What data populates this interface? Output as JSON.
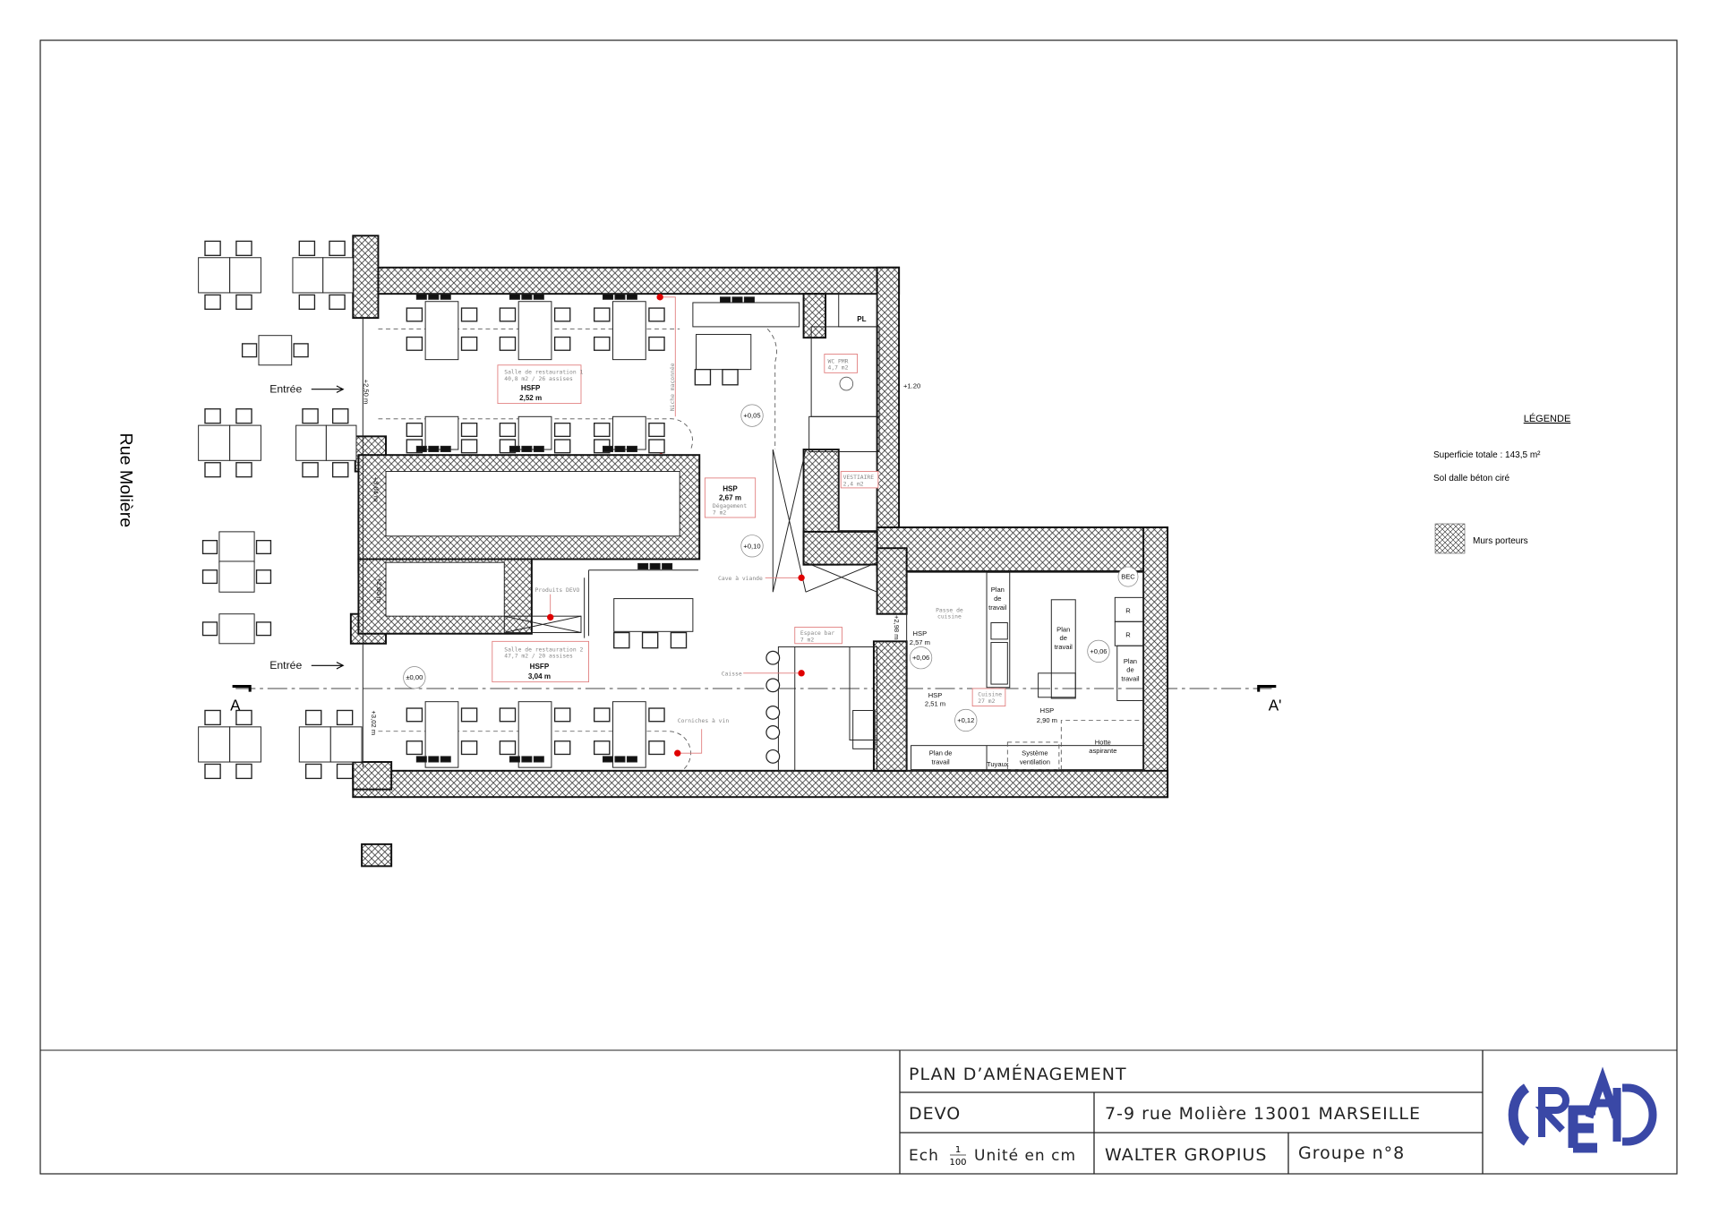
{
  "street": "Rue Molière",
  "entrances": [
    "Entrée",
    "Entrée"
  ],
  "section_markers": [
    "A",
    "A'"
  ],
  "dimensions": [
    "+2,50 m",
    "+3,04 m",
    "+2,60 m",
    "+3,02 m",
    "+2,98 m",
    "+1.20"
  ],
  "levels": [
    "±0,00",
    "+0,05",
    "+0,10",
    "+0,06",
    "+0,12",
    "+0,06"
  ],
  "rooms": {
    "salle1": {
      "name": "Salle de restauration 1",
      "area": "40,8 m2 / 26 assises",
      "hsfp": "HSFP",
      "height": "2,52 m"
    },
    "salle2": {
      "name": "Salle de restauration 2",
      "area": "47,7 m2 / 20 assises",
      "hsfp": "HSFP",
      "height": "3,04 m"
    },
    "degagement": {
      "hsp": "HSP",
      "height": "2,67 m",
      "name": "Dégagement",
      "area": "7 m2"
    },
    "wc": {
      "name": "WC PMR",
      "area": "4,7 m2"
    },
    "vestiaire": {
      "name": "VESTIAIRE",
      "area": "2,4 m2"
    },
    "espace_bar": {
      "name": "Espace bar",
      "area": "7 m2"
    },
    "cuisine": {
      "name": "Cuisine",
      "area": "27 m2"
    },
    "pl": "PL"
  },
  "annotations": {
    "niche": "Niche maçonnée",
    "cave": "Cave à viande",
    "produits": "Produits DEVO",
    "caisse": "Caisse",
    "corniches": "Corniches à vin",
    "passe": [
      "Passe de",
      "cuisine"
    ]
  },
  "kitchen": {
    "hsp1": {
      "label": "HSP",
      "value": "2,57 m"
    },
    "hsp2": {
      "label": "HSP",
      "value": "2,51 m"
    },
    "hsp3": {
      "label": "HSP",
      "value": "2,90 m"
    },
    "plan_travail": [
      "Plan",
      "de",
      "travail"
    ],
    "plan_travail_bottom": [
      "Plan de",
      "travail"
    ],
    "tuyaux": "Tuyaux",
    "ventilation": [
      "Système",
      "ventilation"
    ],
    "hotte": [
      "Hotte",
      "aspirante"
    ],
    "r": "R",
    "bec": "BEC"
  },
  "legend": {
    "title": "LÉGENDE",
    "superficie": "Superficie totale : 143,5 m²",
    "sol": "Sol dalle béton ciré",
    "murs": "Murs porteurs"
  },
  "title_block": {
    "title": "PLAN D’AMÉNAGEMENT",
    "project": "DEVO",
    "address": "7-9 rue Molière 13001 MARSEILLE",
    "scale_prefix": "Ech",
    "scale_num": "1",
    "scale_den": "100",
    "scale_suffix": "Unité en cm",
    "author": "WALTER GROPIUS",
    "group": "Groupe n°8",
    "logo": "CREAD",
    "logo_color": "#3a48a6"
  },
  "colors": {
    "accent_red": "#e00000",
    "label_border": "#e07a7a",
    "wall_hatch": "#111111"
  }
}
